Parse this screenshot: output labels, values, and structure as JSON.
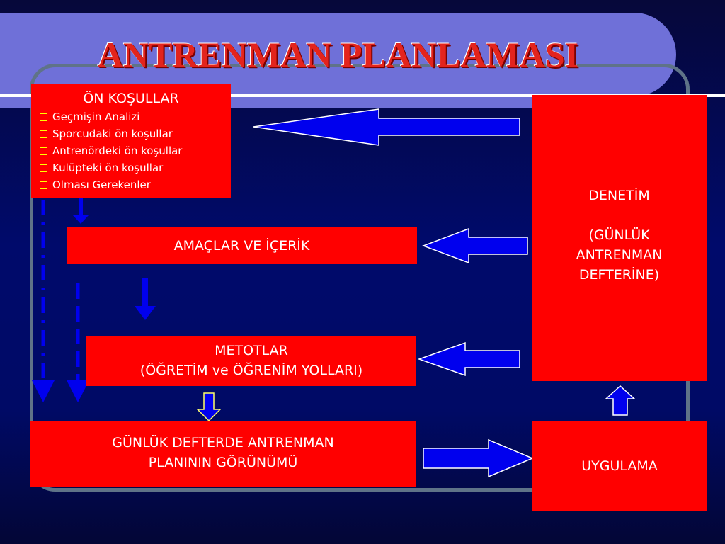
{
  "title": "ANTRENMAN PLANLAMASI",
  "on_kosullar": {
    "heading": "ÖN KOŞULLAR",
    "items": [
      "Geçmişin Analizi",
      "Sporcudaki ön koşullar",
      "Antrenördeki ön koşullar",
      "Kulüpteki ön koşullar",
      "Olması Gerekenler"
    ]
  },
  "amaclar": "AMAÇLAR VE İÇERİK",
  "metotlar": {
    "line1": "METOTLAR",
    "line2": "(ÖĞRETİM ve ÖĞRENİM YOLLARI)"
  },
  "gunluk": {
    "line1": "GÜNLÜK DEFTERDE ANTRENMAN",
    "line2": "PLANININ GÖRÜNÜMÜ"
  },
  "denetim": {
    "line1": "DENETİM",
    "line2": "(GÜNLÜK",
    "line3": "ANTRENMAN",
    "line4": "DEFTERİNE)"
  },
  "uygulama": "UYGULAMA",
  "colors": {
    "box_red": "#ff0000",
    "arrow_blue": "#0000ee",
    "title_red": "#e3241d",
    "header_periwinkle": "#6f70d8",
    "bullet_yellow": "#ffff00"
  }
}
